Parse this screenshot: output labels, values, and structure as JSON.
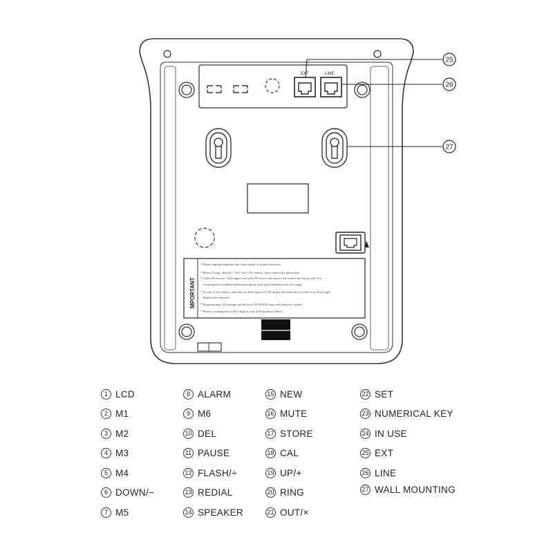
{
  "callouts": [
    {
      "num": "25",
      "target": "ext-jack"
    },
    {
      "num": "26",
      "target": "line-jack"
    },
    {
      "num": "27",
      "target": "wall-mount-hole"
    }
  ],
  "jacks": {
    "ext_label": "EXT",
    "line_label": "LINE"
  },
  "important_label": "MPORTANT",
  "important_notes": [
    "* Please unplug telephone line when install or replace batteries.",
    "* Before Using : Install 3 \"AA\" size 1.5V battery, then connect the phone line.",
    "* Caller ID service : After approved caller ID service the phone can receive incoming calls. For",
    "receiving the complete information please pick up the handset after two rings.",
    "* In case of low battery indication or back light in LCD display becomes dim or there is no Back light,",
    "Replace the batteries.",
    "* Programming: All settings should be in ON HOOK state with batteries loaded.",
    "* Battery consumption will be high in case of Polyphonic Music"
  ],
  "legend": [
    {
      "num": "1",
      "label": "LCD"
    },
    {
      "num": "2",
      "label": "M1"
    },
    {
      "num": "3",
      "label": "M2"
    },
    {
      "num": "4",
      "label": "M3"
    },
    {
      "num": "5",
      "label": "M4"
    },
    {
      "num": "6",
      "label": "DOWN/−"
    },
    {
      "num": "7",
      "label": "M5"
    },
    {
      "num": "8",
      "label": "ALARM"
    },
    {
      "num": "9",
      "label": "M6"
    },
    {
      "num": "10",
      "label": "DEL"
    },
    {
      "num": "11",
      "label": "PAUSE"
    },
    {
      "num": "12",
      "label": "FLASH/÷"
    },
    {
      "num": "13",
      "label": "REDIAL"
    },
    {
      "num": "14",
      "label": "SPEAKER"
    },
    {
      "num": "15",
      "label": "NEW"
    },
    {
      "num": "16",
      "label": "MUTE"
    },
    {
      "num": "17",
      "label": "STORE"
    },
    {
      "num": "18",
      "label": "CAL"
    },
    {
      "num": "19",
      "label": "UP/+"
    },
    {
      "num": "20",
      "label": "RING"
    },
    {
      "num": "21",
      "label": "OUT/×"
    },
    {
      "num": "22",
      "label": "SET"
    },
    {
      "num": "23",
      "label": "NUMERICAL KEY"
    },
    {
      "num": "24",
      "label": "IN USE"
    },
    {
      "num": "25",
      "label": "EXT"
    },
    {
      "num": "26",
      "label": "LINE"
    },
    {
      "num": "27",
      "label": "WALL MOUNTING"
    }
  ]
}
